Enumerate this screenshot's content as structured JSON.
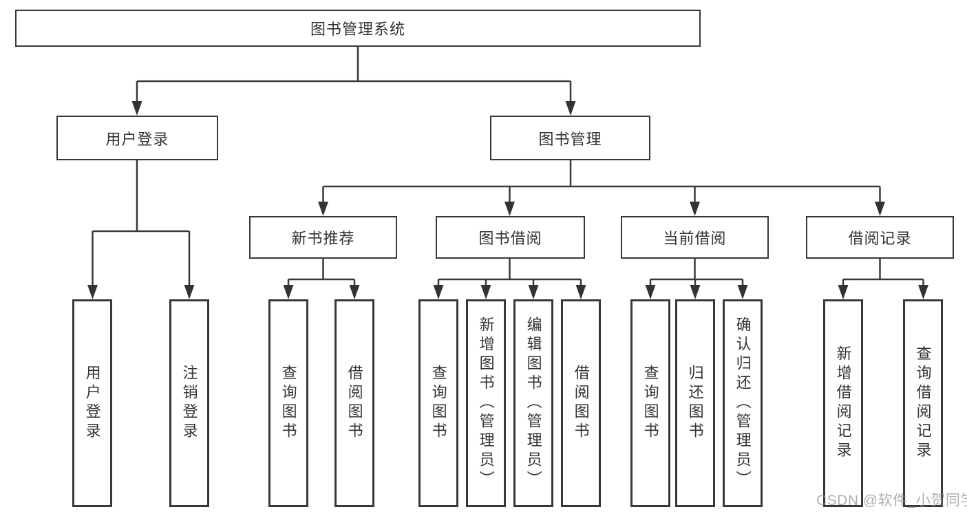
{
  "diagram": {
    "type": "hierarchy-tree",
    "root": {
      "label": "图书管理系统"
    },
    "branches": [
      {
        "label": "用户登录",
        "children": [
          {
            "label": "用户登录"
          },
          {
            "label": "注销登录"
          }
        ]
      },
      {
        "label": "图书管理",
        "children": [
          {
            "label": "新书推荐",
            "children": [
              {
                "label": "查询图书"
              },
              {
                "label": "借阅图书"
              }
            ]
          },
          {
            "label": "图书借阅",
            "children": [
              {
                "label": "查询图书"
              },
              {
                "label": "新增图书（管理员）"
              },
              {
                "label": "编辑图书（管理员）"
              },
              {
                "label": "借阅图书"
              }
            ]
          },
          {
            "label": "当前借阅",
            "children": [
              {
                "label": "查询图书"
              },
              {
                "label": "归还图书"
              },
              {
                "label": "确认归还（管理员）"
              }
            ]
          },
          {
            "label": "借阅记录",
            "children": [
              {
                "label": "新增借阅记录"
              },
              {
                "label": "查询借阅记录"
              }
            ]
          }
        ]
      }
    ]
  },
  "watermark": {
    "text": "CSDN @软件_小贺同学"
  },
  "colors": {
    "line": "#383838",
    "box_border": "#383838",
    "box_fill": "#ffffff",
    "text": "#333333",
    "background": "#ffffff",
    "watermark": "#b3b3b3"
  }
}
